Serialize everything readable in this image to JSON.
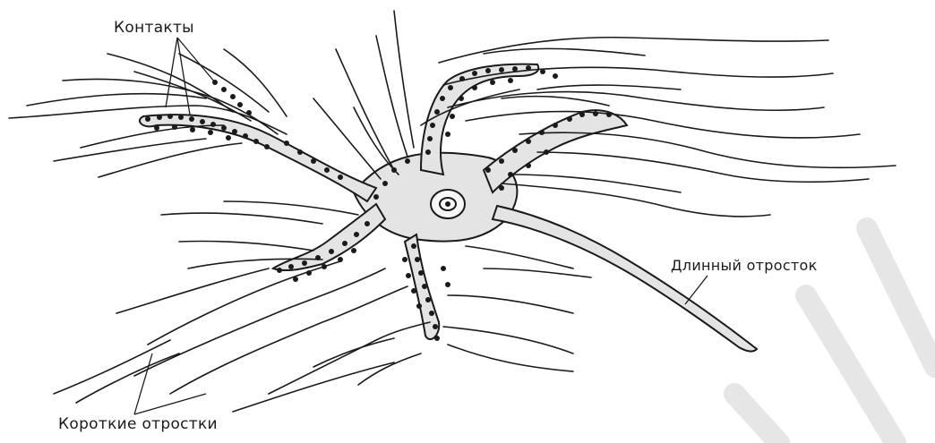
{
  "labels": {
    "contacts": "Контакты",
    "long_process": "Длинный отросток",
    "short_processes": "Короткие отростки"
  },
  "colors": {
    "ink": "#1a1a1a",
    "cytoplasm": "#e4e4e4",
    "watermark": "#e6e6e6",
    "background": "#ffffff"
  }
}
